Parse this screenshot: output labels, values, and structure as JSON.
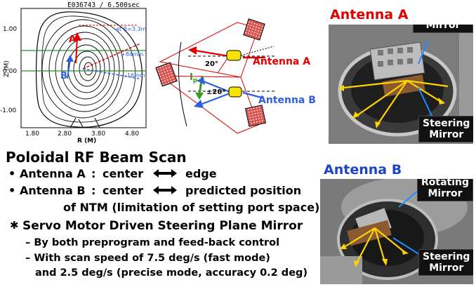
{
  "plot": {
    "header": "E036743  /  6.500sec",
    "x_axis_label": "R (M)",
    "y_axis_label": "Z (M)",
    "x_ticks": [
      "1.80",
      "2.80",
      "3.80",
      "4.80"
    ],
    "y_ticks": [
      "1.00",
      "0.00",
      "-1.00"
    ],
    "annotations": [
      "at R=3.3m",
      "+84mm",
      "-16mm"
    ],
    "labels": [
      "A",
      "B"
    ]
  },
  "scheme": {
    "antenna_a_label": "Antenna A",
    "antenna_b_label": "Antenna B",
    "current_label": "I",
    "current_subscript": "p",
    "angle_a": "20°",
    "angle_b": "±20°",
    "colors": {
      "antenna_a": "#e00000",
      "antenna_b": "#2f5fe0",
      "ip": "#3a9a1a"
    }
  },
  "photos": {
    "antenna_a": {
      "title": "Antenna A",
      "title_color": "#e00000",
      "callouts": [
        {
          "text": "Focusing Mirror"
        },
        {
          "text": "Steering Mirror"
        }
      ]
    },
    "antenna_b": {
      "title": "Antenna B",
      "title_color": "#1c44c8",
      "callouts": [
        {
          "text": "Rotating Mirror"
        },
        {
          "text": "Steering Mirror"
        }
      ]
    }
  },
  "text": {
    "heading": "Poloidal RF Beam Scan",
    "bullet_a": "Antenna A",
    "bullet_a_colon": ":",
    "bullet_a_from": "center",
    "bullet_a_to": "edge",
    "bullet_b": "Antenna B",
    "bullet_b_colon": ":",
    "bullet_b_from": "center",
    "bullet_b_to": "predicted position",
    "bullet_b_cont": "of NTM (limitation of setting port space)",
    "servo_heading": "Servo Motor Driven Steering Plane Mirror",
    "sub1": "By both preprogram and feed-back control",
    "sub2a": "With scan speed of 7.5 deg/s (fast mode)",
    "sub2b": "and 2.5 deg/s (precise mode, accuracy 0.2 deg)"
  }
}
